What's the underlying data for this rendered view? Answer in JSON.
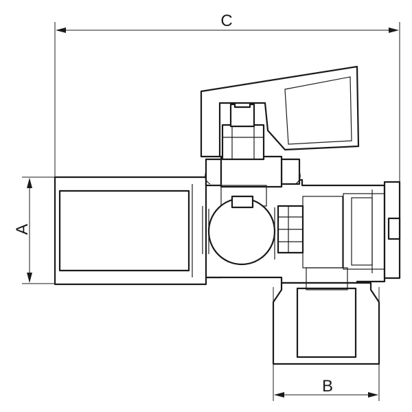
{
  "dimensions": {
    "c_label": "C",
    "a_label": "A",
    "b_label": "B"
  },
  "colors": {
    "line": "#1a1a1a",
    "background": "#ffffff"
  }
}
